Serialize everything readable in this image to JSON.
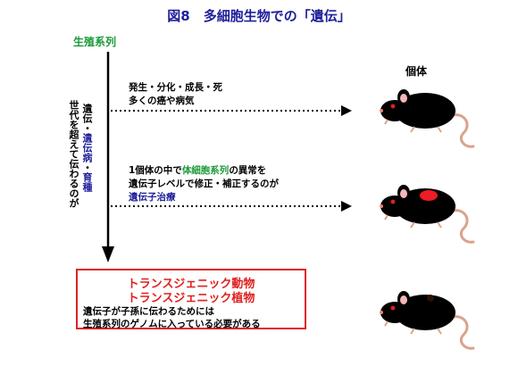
{
  "title": "図8　多細胞生物での「遺伝」",
  "germline_label": "生殖系列",
  "individual_label": "個体",
  "vertical_text": {
    "part1": "遺伝・",
    "part2": "遺伝病",
    "part3": "・",
    "part4": "育種",
    "column_b": "世代を超えて伝わるのが"
  },
  "note1": {
    "line1": "発生・分化・成長・死",
    "line2": "多くの癌や病気"
  },
  "note2": {
    "line1_pre": "1個体の中で",
    "line1_highlight": "体細胞系列",
    "line1_post": "の異常を",
    "line2": "遺伝子レベルで修正・補正するのが",
    "line3": "遺伝子治療"
  },
  "box": {
    "line1": "トランスジェニック動物",
    "line2": "トランスジェニック植物",
    "note1": "遺伝子が子孫に伝わるためには",
    "note2": "生殖系列のゲノムに入っている必要がある"
  },
  "icons": {
    "mouse_white": "white-mouse-icon",
    "mouse_white_spot": "white-mouse-with-red-spot-icon",
    "mouse_brown": "brown-mouse-icon"
  },
  "colors": {
    "title": "#1f1f9a",
    "germline": "#1b9a3a",
    "box_border": "#e02020",
    "box_text": "#e02020",
    "mouse_brown": "#9a3a12",
    "spot": "#ee1c24"
  }
}
